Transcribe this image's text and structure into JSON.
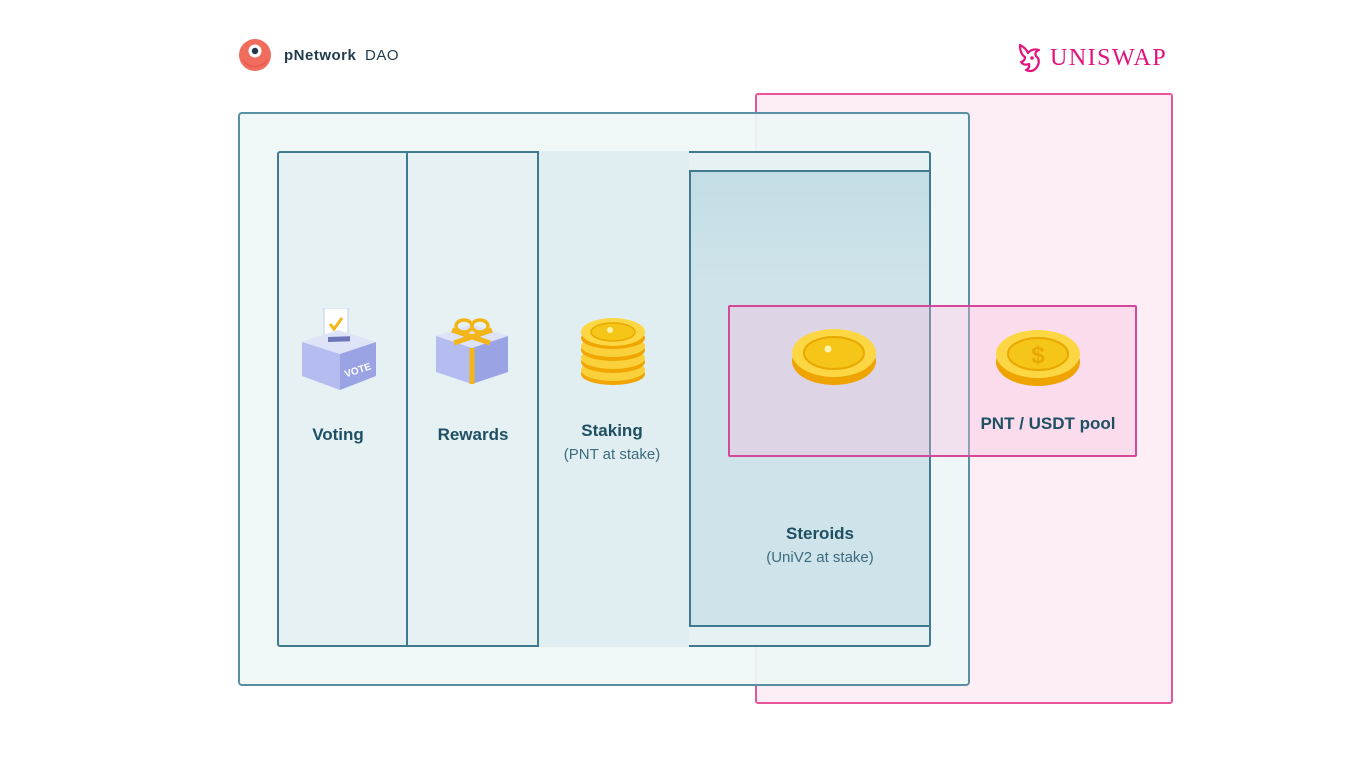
{
  "header": {
    "pnetwork_name": "pNetwork",
    "pnetwork_suffix": "DAO",
    "uniswap_name": "UNISWAP"
  },
  "diagram": {
    "voting": {
      "label": "Voting",
      "icon": "ballot-box-icon"
    },
    "rewards": {
      "label": "Rewards",
      "icon": "gift-box-icon"
    },
    "staking": {
      "label": "Staking",
      "sublabel": "(PNT at stake)",
      "icon": "coin-stack-icon"
    },
    "steroids": {
      "label": "Steroids",
      "sublabel": "(UniV2 at stake)",
      "icon": "coin-icon"
    },
    "pool": {
      "label": "PNT / USDT pool",
      "icon": "dollar-coin-icon"
    },
    "vote_text": "VOTE"
  },
  "colors": {
    "pnetwork_border": "#5a8fa3",
    "uniswap_pink": "#e4127c",
    "label_text": "#1f4f63",
    "coin_gold": "#f5c518"
  }
}
